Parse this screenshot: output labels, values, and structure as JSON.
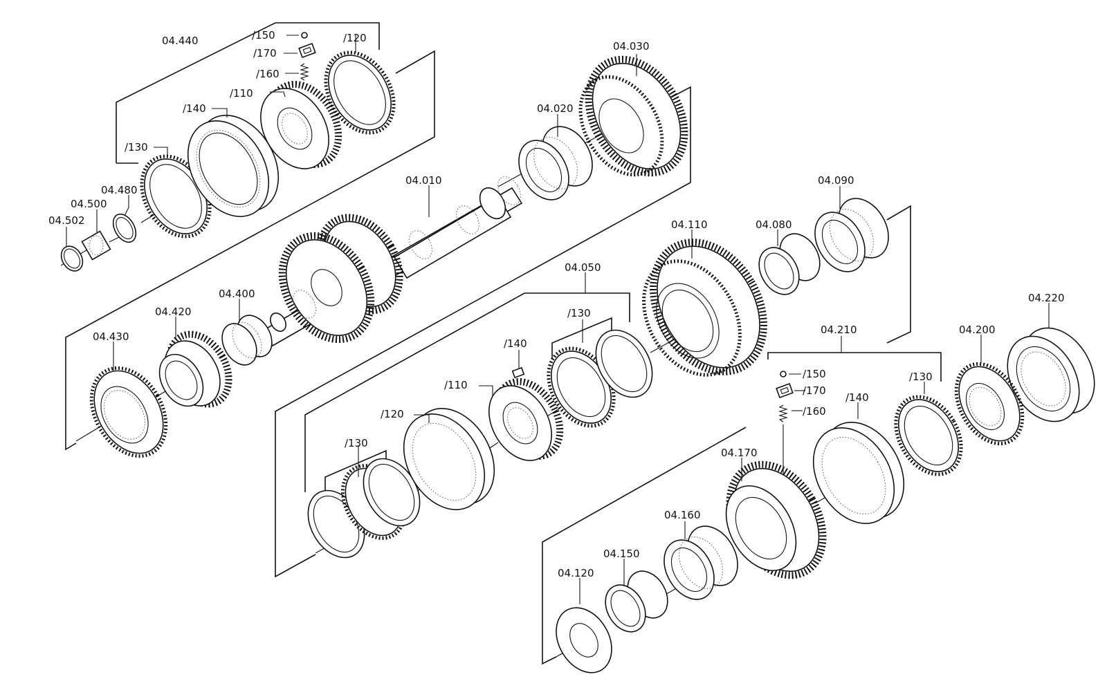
{
  "labels": {
    "sync_upper_group": "04.440",
    "upper_150": "/150",
    "upper_170": "/170",
    "upper_160": "/160",
    "upper_120": "/120",
    "upper_110": "/110",
    "upper_140": "/140",
    "upper_130": "/130",
    "p04_480": "04.480",
    "p04_500": "04.500",
    "p04_502": "04.502",
    "p04_030": "04.030",
    "p04_020": "04.020",
    "p04_010": "04.010",
    "p04_090": "04.090",
    "p04_110": "04.110",
    "p04_080": "04.080",
    "p04_050": "04.050",
    "p04_400": "04.400",
    "p04_420": "04.420",
    "p04_430": "04.430",
    "mid_130a": "/130",
    "mid_140": "/140",
    "mid_110": "/110",
    "mid_120": "/120",
    "mid_130b": "/130",
    "p04_220": "04.220",
    "p04_210": "04.210",
    "p04_200": "04.200",
    "low_150": "/150",
    "low_170": "/170",
    "low_160": "/160",
    "low_130": "/130",
    "low_140": "/140",
    "p04_170": "04.170",
    "p04_160": "04.160",
    "p04_150": "04.150",
    "p04_120": "04.120"
  }
}
